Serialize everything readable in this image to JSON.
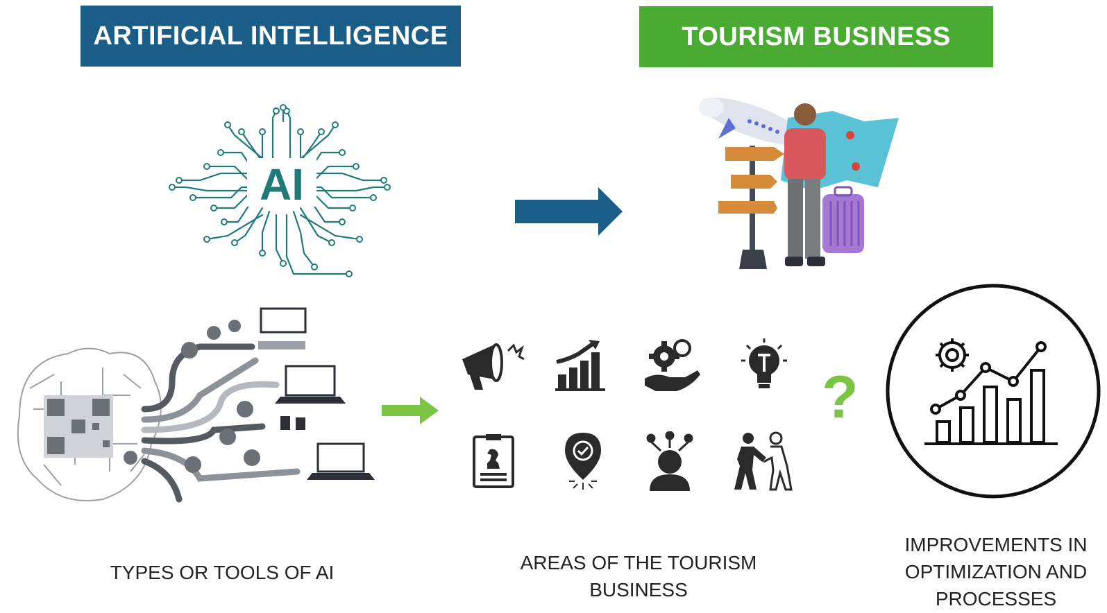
{
  "headers": {
    "ai": "ARTIFICIAL INTELLIGENCE",
    "tourism": "TOURISM BUSINESS"
  },
  "brain_logo": {
    "label": "AI"
  },
  "question_mark": "?",
  "captions": {
    "types_line1": "TYPES OR TOOLS OF AI",
    "areas_line1": "AREAS OF THE TOURISM",
    "areas_line2": "BUSINESS",
    "impr_line1": "IMPROVEMENTS IN",
    "impr_line2": "OPTIMIZATION AND",
    "impr_line3": "PROCESSES"
  },
  "tourism_area_icons": [
    "megaphone-icon",
    "growth-chart-icon",
    "gear-hand-icon",
    "lightbulb-icon",
    "strategy-clipboard-icon",
    "location-pin-icon",
    "person-network-icon",
    "handshake-icon"
  ],
  "colors": {
    "ai_blue": "#1a5e88",
    "tourism_green": "#4aab33",
    "arrow_blue": "#1a5e88",
    "arrow_green": "#7cc443",
    "circuit_teal": "#1f7a78"
  }
}
